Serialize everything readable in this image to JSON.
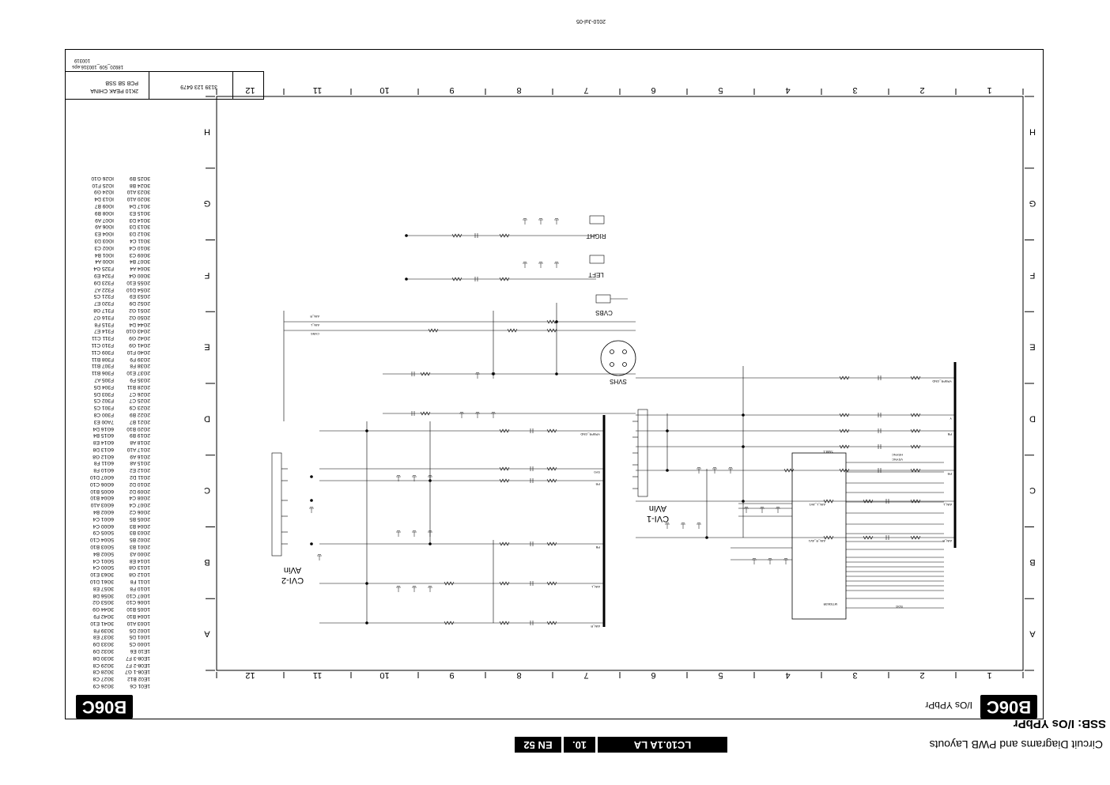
{
  "header": {
    "chapter_title": "Circuit Diagrams and PWB Layouts",
    "model": "LC10.1A LA",
    "section": "10.",
    "page": "EN 52"
  },
  "page_title": "SSB: I/Os YPbPr",
  "diagram_id": "B06C",
  "diagram_subtitle": "I/Os YPbPr",
  "date": "2010-Jul-05",
  "file_id": "18920_509_100316.eps",
  "file_num": "100319",
  "title_block": {
    "pcb": "PCB SB SSB",
    "pcb_line2": "2K10 PEAK CHINA",
    "part_no": "3139 123 6479"
  },
  "grid": {
    "columns": [
      "1",
      "2",
      "3",
      "4",
      "5",
      "6",
      "7",
      "8",
      "9",
      "10",
      "11",
      "12"
    ],
    "rows": [
      "A",
      "B",
      "C",
      "D",
      "E",
      "F",
      "G",
      "H"
    ]
  },
  "connectors": {
    "cvi1_title": "CVI-1",
    "cvi1_sub": "AVin",
    "cvi2_title": "CVI-2",
    "cvi2_sub": "AVin",
    "svhs": "SVHS",
    "cvbs": "CVBS",
    "left": "LEFT",
    "right": "RIGHT"
  },
  "ic": {
    "name": "7A08-1",
    "part": "MT5363R"
  },
  "refs": [
    "1E01 C6",
    "1E02 B12",
    "1E08-1 G7",
    "1E08-2 F7",
    "1E08-3 F7",
    "1E10 E6",
    "1G00 C5",
    "1G01 D5",
    "1G02 D5",
    "1G03 A10",
    "1G04 B10",
    "1G05 B10",
    "1G06 C10",
    "1G07 C10",
    "1G10 F8",
    "1G11 F8",
    "1G12 G8",
    "1G13 G8",
    "1G14 E8",
    "2G00 A3",
    "2G01 B3",
    "2G02 B5",
    "2G03 B3",
    "2G04 B3",
    "2G05 B5",
    "2G06 C2",
    "2G07 C4",
    "2G08 C4",
    "2G09 D2",
    "2G10 D2",
    "2G11 D2",
    "2G12 E2",
    "2G15 A8",
    "2G16 A9",
    "2G17 A10",
    "2G18 A8",
    "2G19 B9",
    "2G20 B10",
    "2G21 B7",
    "2G22 B9",
    "2G23 C9",
    "2G25 C7",
    "2G26 C7",
    "2G28 B11",
    "2G35 F9",
    "2G37 E10",
    "2G38 F8",
    "2G39 F9",
    "2G40 F10",
    "2G41 G9",
    "2G42 G9",
    "2G43 G10",
    "2G44 D4",
    "2G50 G2",
    "2G51 G2",
    "2G52 D9",
    "2G53 E9",
    "2G54 D10",
    "2G55 E10",
    "3G00 G4",
    "3G04 A4",
    "3G07 B4",
    "3G09 C3",
    "3G10 C4",
    "3G11 C4",
    "3G12 D3",
    "3G13 D3",
    "3G14 D3",
    "3G15 E3",
    "3G17 D4",
    "3G20 A10",
    "3G23 A10",
    "3G24 B8",
    "3G25 B9",
    "3G26 C9",
    "3G27 C8",
    "3G28 C8",
    "3G29 C8",
    "3G30 D8",
    "3G32 D9",
    "3G33 D9",
    "3G37 E8",
    "3G39 F8",
    "3G41 E10",
    "3G42 F9",
    "3G44 G9",
    "3G53 G2",
    "3G56 D8",
    "3G57 E8",
    "3G61 D10",
    "3G63 E10",
    "5G00 C4",
    "5G01 C4",
    "5G02 B4",
    "5G03 B10",
    "5G04 C10",
    "5G05 C9",
    "6G00 C4",
    "6G01 C4",
    "6G02 B4",
    "6G03 A10",
    "6G04 B10",
    "6G05 B10",
    "6G06 C10",
    "6G07 D10",
    "6G10 F8",
    "6G11 F8",
    "6G12 G8",
    "6G13 D8",
    "6G14 E8",
    "6G15 B4",
    "6G16 D4",
    "7A00 E3",
    "F300 C8",
    "F301 C5",
    "F302 C5",
    "F303 D5",
    "F304 D5",
    "F305 A7",
    "F306 B11",
    "F307 B11",
    "F308 B11",
    "F309 C11",
    "F310 C11",
    "F311 C11",
    "F314 E7",
    "F315 F8",
    "F316 G7",
    "F317 G8",
    "F320 E7",
    "F321 C5",
    "F322 A7",
    "F323 D9",
    "F324 E9",
    "F325 G4",
    "IG00 A4",
    "IG01 B4",
    "IG02 C3",
    "IG03 D3",
    "IG04 E3",
    "IG06 A9",
    "IG07 A9",
    "IG08 B9",
    "IG09 B7",
    "IG13 D4",
    "IG24 G9",
    "IG25 F10",
    "IG26 G10"
  ],
  "signals": {
    "ain_r": "AIN_R",
    "ain_l": "AIN_L",
    "cvbs": "CVBS",
    "vp": "VP",
    "y": "Y",
    "ypbpr_gnd": "YPBPR_GND",
    "sy0": "SY0",
    "pb": "PB",
    "pr": "PR",
    "sc": "SC",
    "ain_r_av1": "AIN_R_AV1",
    "ain_l_av1": "AIN_L_AV1",
    "ain_r_av2": "AIN_R_AV2",
    "ain_l_av2": "AIN_L_AV2",
    "cvbs_rf": "CVBS_RF",
    "hsync": "HSYNC",
    "vsync": "VSYNC",
    "sog": "SOG"
  }
}
